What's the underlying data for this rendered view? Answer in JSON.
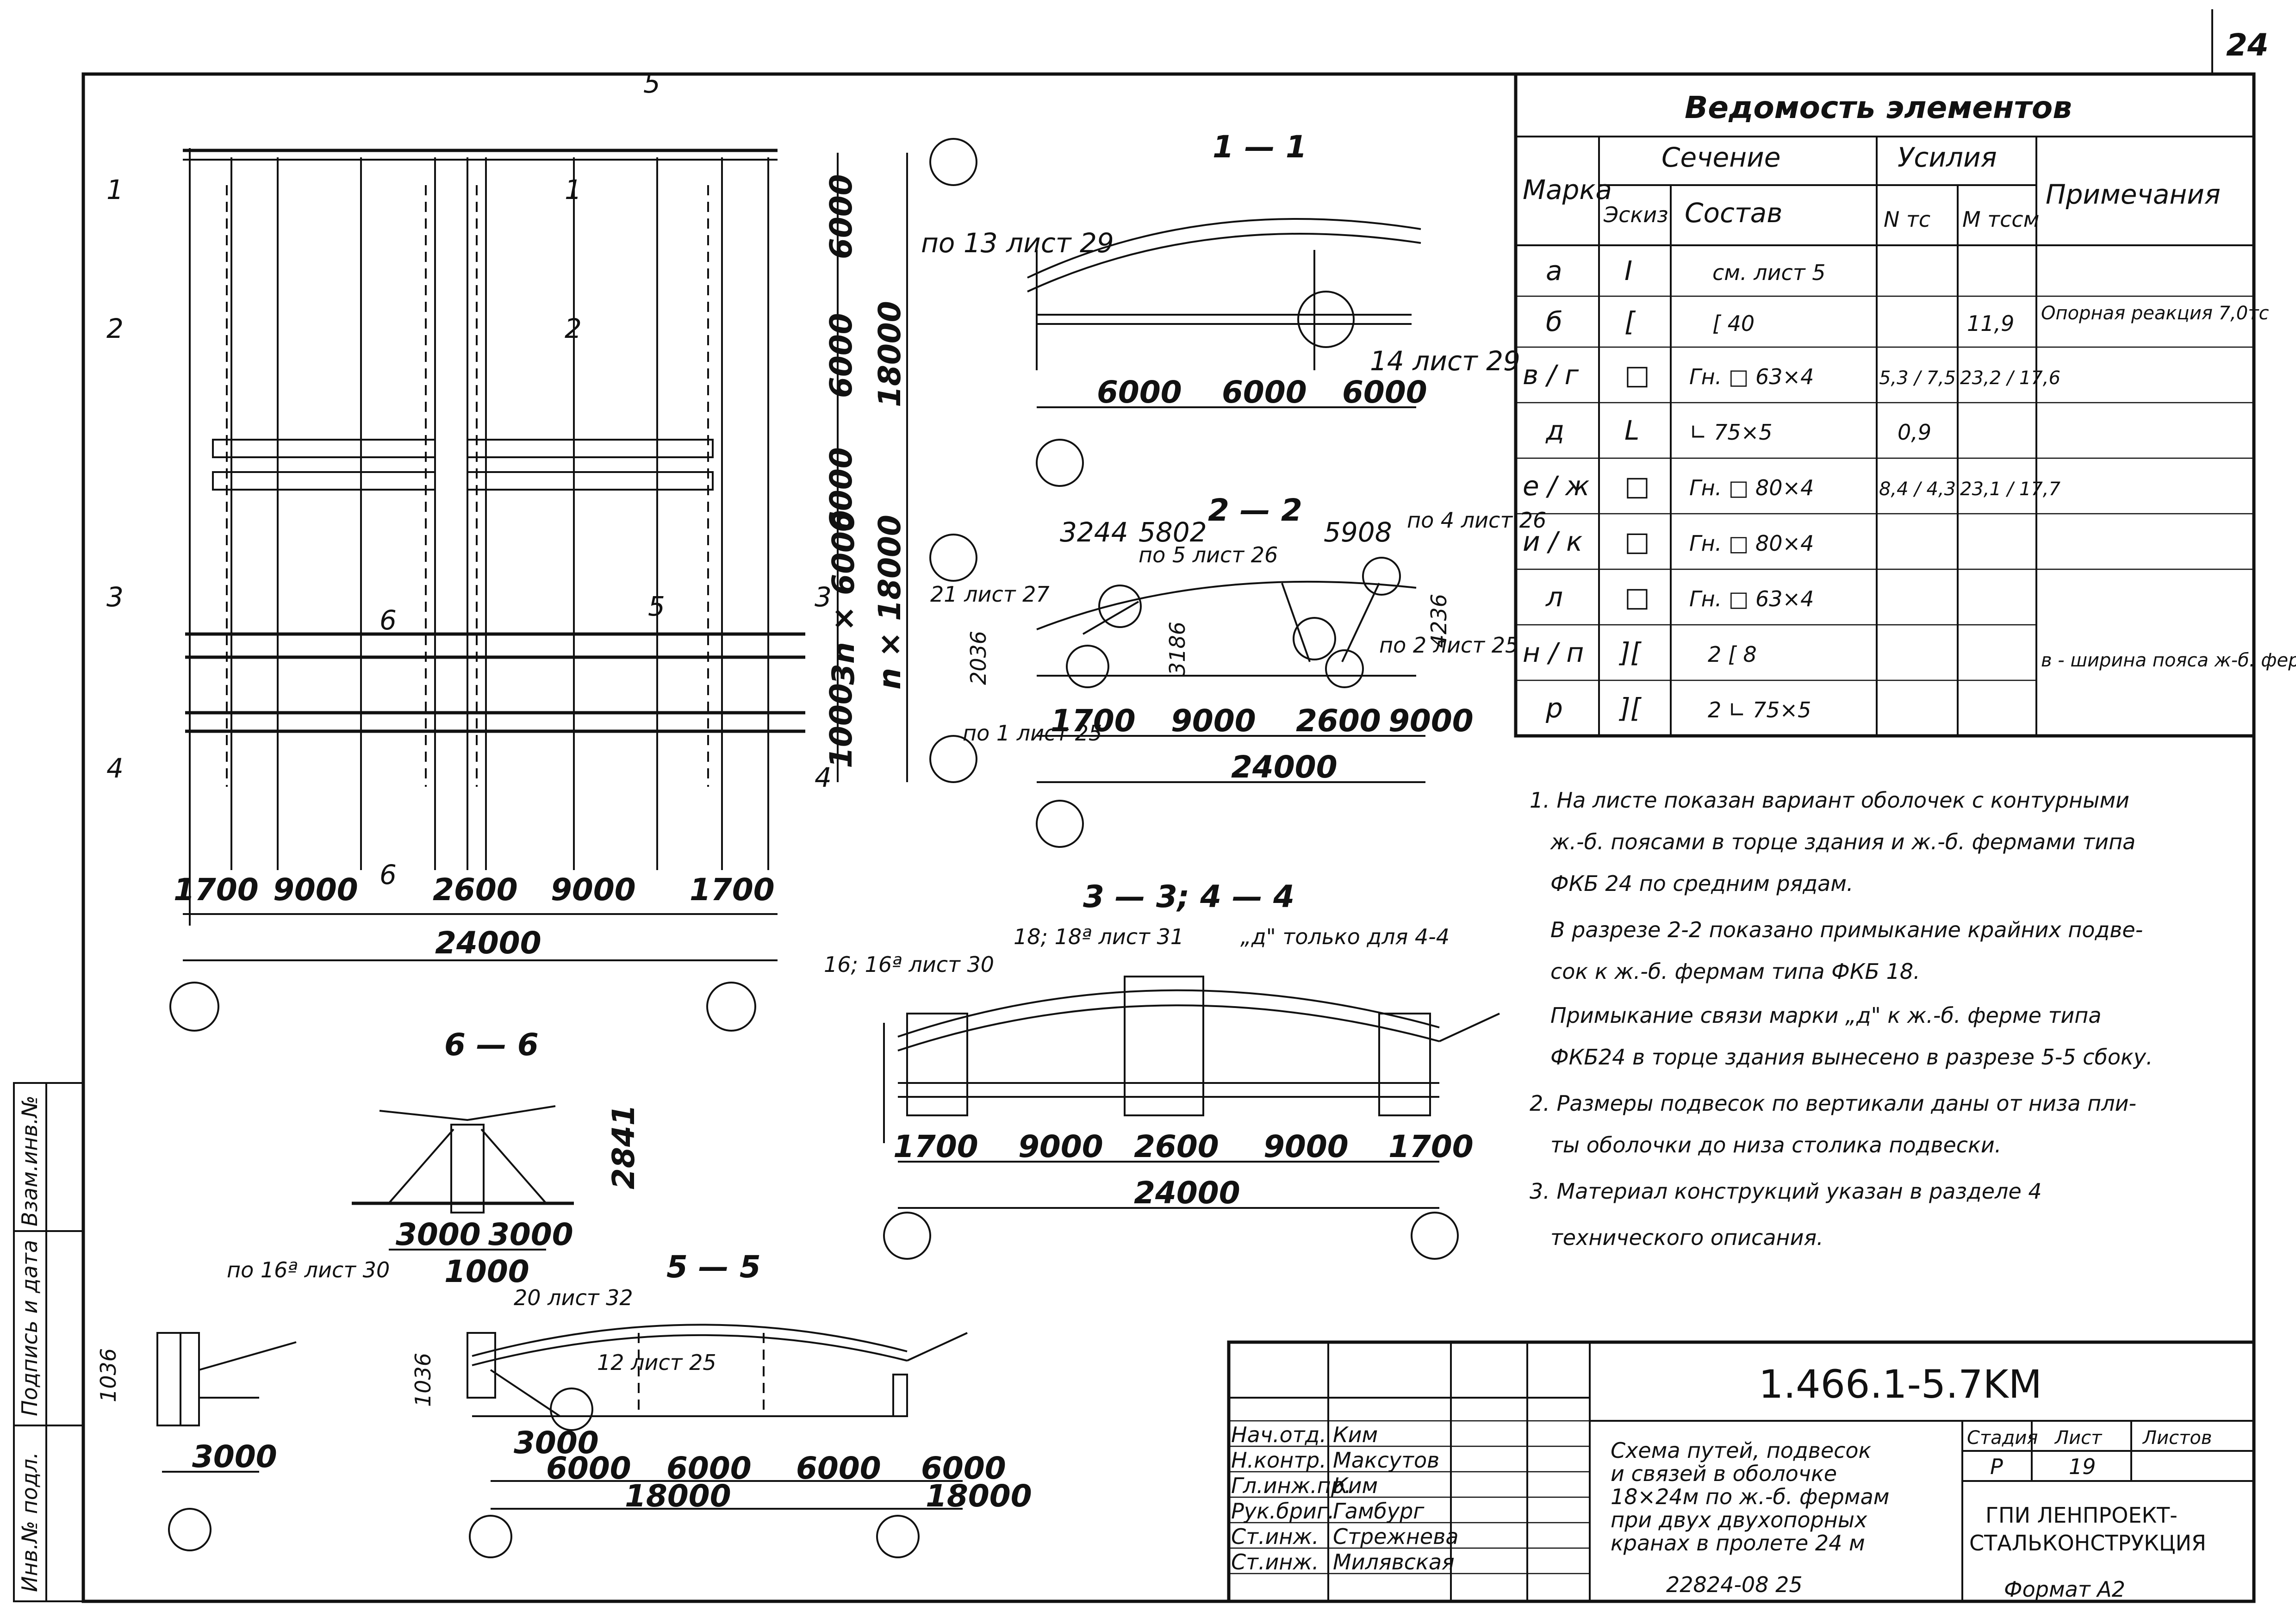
{
  "sheet_number": "24",
  "statement": {
    "title": "Ведомость элементов",
    "headers": {
      "mark": "Марка",
      "section": "Сечение",
      "forces": "Усилия",
      "notes": "Примечания",
      "sketch": "Эскиз",
      "composition": "Состав",
      "n": "N тс",
      "m": "M тсcм"
    },
    "rows": [
      {
        "mark": "а",
        "sketch": "I",
        "comp": "см. лист 5",
        "n": "",
        "m": "",
        "note": ""
      },
      {
        "mark": "б",
        "sketch": "[",
        "comp": "[ 40",
        "n": "",
        "m": "11,9",
        "note": "Опорная реакция 7,0тс"
      },
      {
        "mark": "в / г",
        "sketch": "□",
        "comp": "Гн. □ 63×4",
        "n": "5,3 / 7,5",
        "m": "23,2 / 17,6",
        "note": ""
      },
      {
        "mark": "д",
        "sketch": "L",
        "comp": "∟ 75×5",
        "n": "0,9",
        "m": "",
        "note": ""
      },
      {
        "mark": "е / ж",
        "sketch": "□",
        "comp": "Гн. □ 80×4",
        "n": "8,4 / 4,3",
        "m": "23,1 / 17,7",
        "note": ""
      },
      {
        "mark": "и / к",
        "sketch": "□",
        "comp": "Гн. □ 80×4",
        "n": "",
        "m": "",
        "note": ""
      },
      {
        "mark": "л",
        "sketch": "□",
        "comp": "Гн. □ 63×4",
        "n": "",
        "m": "",
        "note": ""
      },
      {
        "mark": "н / п",
        "sketch": "][",
        "comp": "2 [ 8",
        "n": "",
        "m": "",
        "note": "в - ширина пояса ж-б. фермы"
      },
      {
        "mark": "р",
        "sketch": "][",
        "comp": "2 ∟ 75×5",
        "n": "",
        "m": "",
        "note": ""
      }
    ]
  },
  "notes": [
    "1. На листе показан вариант оболочек с контурными",
    "ж.-б. поясами в торце здания и ж.-б. фермами типа",
    "ФКБ 24 по средним рядам.",
    "В разрезе 2-2 показано примыкание крайних подве-",
    "сок к ж.-б. фермам типа ФКБ 18.",
    "Примыкание связи марки „д\" к ж.-б. ферме типа",
    "ФКБ24 в торце здания вынесено в разрезе 5-5 сбоку.",
    "2. Размеры подвесок по вертикали даны от низа пли-",
    "ты оболочки до низа столика подвески.",
    "3. Материал конструкций указан в разделе 4",
    "технического описания."
  ],
  "plan": {
    "dims_bottom": [
      "1700",
      "9000",
      "2600",
      "9000",
      "1700"
    ],
    "total": "24000",
    "dims_right": [
      "6000",
      "6000",
      "6000",
      "1000"
    ],
    "dim_18000": "18000",
    "dim_nx": "n × 18000",
    "dim_3nx": "3n × 6000",
    "section_marks": [
      "1",
      "2",
      "3",
      "4",
      "5",
      "6"
    ]
  },
  "sec11": {
    "title": "1 — 1",
    "ref": "по 13 лист 29",
    "ref2": "14 лист 29",
    "dims": [
      "6000",
      "6000",
      "6000"
    ]
  },
  "sec22": {
    "title": "2 — 2",
    "dims_top": [
      "3244",
      "5802",
      "5908"
    ],
    "dims_bottom": [
      "1700",
      "9000",
      "2600",
      "9000"
    ],
    "total": "24000",
    "refs": [
      "по 5 лист 26",
      "по 4 лист 26",
      "21 лист 27",
      "по 2 лист 25",
      "по 1 лист 25"
    ],
    "v": [
      "2036",
      "3186",
      "4236"
    ]
  },
  "sec33": {
    "title": "3 — 3;  4 — 4",
    "refs": [
      "16; 16ª лист 30",
      "18; 18ª лист 31",
      "„д\" только для 4-4"
    ],
    "dims": [
      "1700",
      "9000",
      "2600",
      "9000",
      "1700"
    ],
    "total": "24000"
  },
  "sec66": {
    "title": "6 — 6",
    "dims": [
      "3000",
      "3000",
      "1000"
    ],
    "v": "2841"
  },
  "sec55": {
    "title": "5 — 5",
    "refs": [
      "по 16ª лист 30",
      "20 лист 32",
      "12 лист 25"
    ],
    "dims": [
      "3000",
      "6000",
      "6000",
      "6000",
      "6000"
    ],
    "totals": [
      "18000",
      "18000"
    ],
    "v": [
      "1036",
      "1036"
    ]
  },
  "stamp": {
    "code": "1.466.1-5.7KM",
    "title_lines": [
      "Схема путей, подвесок",
      "и связей в оболочке",
      "18×24м по ж.-б. фермам",
      "при двух двухопорных",
      "кранах в пролете 24 м"
    ],
    "stage_h": "Стадия",
    "sheet_h": "Лист",
    "sheets_h": "Листов",
    "stage": "Р",
    "sheet": "19",
    "sheets": "",
    "org": [
      "ГПИ ЛЕНПРОЕКТ-",
      "СТАЛЬКОНСТРУКЦИЯ"
    ],
    "people": [
      [
        "Нач.отд.",
        "Ким"
      ],
      [
        "Н.контр.",
        "Максутов"
      ],
      [
        "Гл.инж.пр.",
        "Ким"
      ],
      [
        "Рук.бриг.",
        "Гамбург"
      ],
      [
        "Ст.инж.",
        "Стрежнева"
      ],
      [
        "Ст.инж.",
        "Милявская"
      ]
    ],
    "footer_num": "22824-08   25",
    "format": "Формат А2"
  },
  "side_stamp": [
    "Взам.инв.№",
    "Подпись и дата",
    "Инв.№ подл."
  ]
}
